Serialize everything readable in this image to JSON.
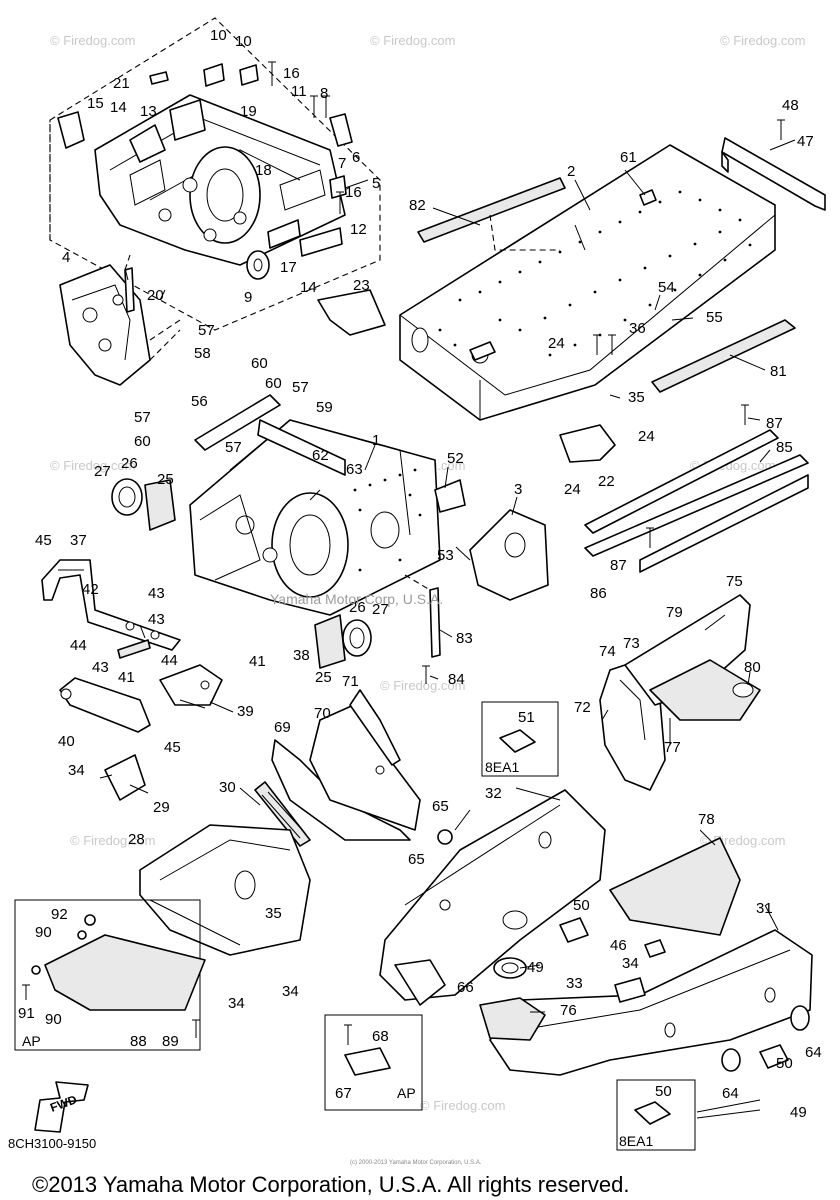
{
  "diagram_code": "8CH3100-9150",
  "copyright": "©2013 Yamaha Motor Corporation, U.S.A. All rights reserved.",
  "center_watermark": "Yamaha Motor Corp, U.S.A.",
  "small_copyright": "(c) 2000-2013 Yamaha Motor Corporation, U.S.A.",
  "watermark_text": "© Firedog.com",
  "fwd_label": "FWD",
  "box_labels": {
    "ap_left": "AP",
    "ap_bottom": "AP",
    "ea_51": "8EA1",
    "ea_50": "8EA1"
  },
  "callouts": {
    "c1": "1",
    "c2": "2",
    "c3": "3",
    "c4": "4",
    "c5": "5",
    "c6": "6",
    "c7": "7",
    "c8": "8",
    "c9": "9",
    "c10a": "10",
    "c10b": "10",
    "c11": "11",
    "c12": "12",
    "c13": "13",
    "c14a": "14",
    "c14b": "14",
    "c15": "15",
    "c16a": "16",
    "c16b": "16",
    "c17": "17",
    "c18": "18",
    "c19": "19",
    "c20": "20",
    "c21": "21",
    "c22": "22",
    "c23": "23",
    "c24a": "24",
    "c24b": "24",
    "c24c": "24",
    "c25a": "25",
    "c25b": "25",
    "c26a": "26",
    "c26b": "26",
    "c27a": "27",
    "c27b": "27",
    "c28": "28",
    "c29": "29",
    "c30": "30",
    "c31": "31",
    "c32": "32",
    "c33": "33",
    "c34a": "34",
    "c34b": "34",
    "c34c": "34",
    "c35a": "35",
    "c35b": "35",
    "c36": "36",
    "c37": "37",
    "c38": "38",
    "c39": "39",
    "c40": "40",
    "c41a": "41",
    "c41b": "41",
    "c42": "42",
    "c43a": "43",
    "c43b": "43",
    "c44a": "44",
    "c44b": "44",
    "c45a": "45",
    "c45b": "45",
    "c46": "46",
    "c47": "47",
    "c48": "48",
    "c49a": "49",
    "c49b": "49",
    "c50a": "50",
    "c50b": "50",
    "c50c": "50",
    "c51": "51",
    "c52": "52",
    "c53": "53",
    "c54": "54",
    "c55": "55",
    "c56": "56",
    "c57a": "57",
    "c57b": "57",
    "c57c": "57",
    "c57d": "57",
    "c58": "58",
    "c59": "59",
    "c60a": "60",
    "c60b": "60",
    "c60c": "60",
    "c61": "61",
    "c62": "62",
    "c63": "63",
    "c64a": "64",
    "c64b": "64",
    "c65a": "65",
    "c65b": "65",
    "c66": "66",
    "c67": "67",
    "c68": "68",
    "c69": "69",
    "c70": "70",
    "c71": "71",
    "c72": "72",
    "c73": "73",
    "c74": "74",
    "c75": "75",
    "c76": "76",
    "c77": "77",
    "c78": "78",
    "c79": "79",
    "c80": "80",
    "c81": "81",
    "c82": "82",
    "c83": "83",
    "c84": "84",
    "c85": "85",
    "c86": "86",
    "c87a": "87",
    "c87b": "87",
    "c88": "88",
    "c89": "89",
    "c90a": "90",
    "c90b": "90",
    "c91": "91",
    "c92": "92"
  }
}
